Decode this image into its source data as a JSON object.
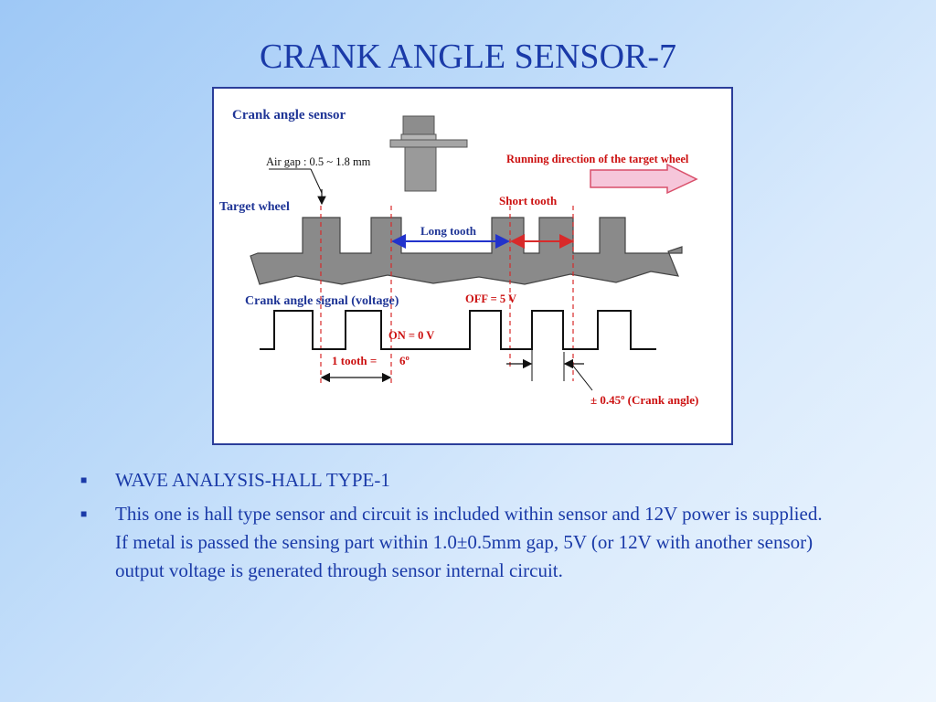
{
  "slide": {
    "title": "CRANK ANGLE SENSOR-7"
  },
  "diagram": {
    "sensor_label": "Crank angle sensor",
    "air_gap_label": "Air gap : 0.5 ~ 1.8 mm",
    "target_wheel_label": "Target wheel",
    "running_direction_label": "Running direction of the target wheel",
    "short_tooth_label": "Short tooth",
    "long_tooth_label": "Long tooth",
    "signal_label": "Crank angle signal (voltage)",
    "off_label": "OFF = 5 V",
    "on_label": "ON = 0 V",
    "tooth_angle_label": "1 tooth =",
    "tooth_angle_value": "6º",
    "tolerance_label": "± 0.45º (Crank angle)",
    "colors": {
      "wheel": "#8a8a8a",
      "sensor": "#9a9a9a",
      "arrow_fill": "#f6c6da",
      "arrow_stroke": "#d94f6a",
      "dash": "#d82a2a",
      "long_tooth_arrow": "#2233cc",
      "short_tooth_arrow": "#d82a2a"
    }
  },
  "bullets": [
    {
      "text": "WAVE ANALYSIS-HALL TYPE-1"
    },
    {
      "text": "This one is hall type sensor and circuit is included within sensor and 12V power is supplied. If metal is passed the sensing part within 1.0±0.5mm gap, 5V (or 12V with another sensor) output voltage is generated through sensor internal circuit."
    }
  ]
}
